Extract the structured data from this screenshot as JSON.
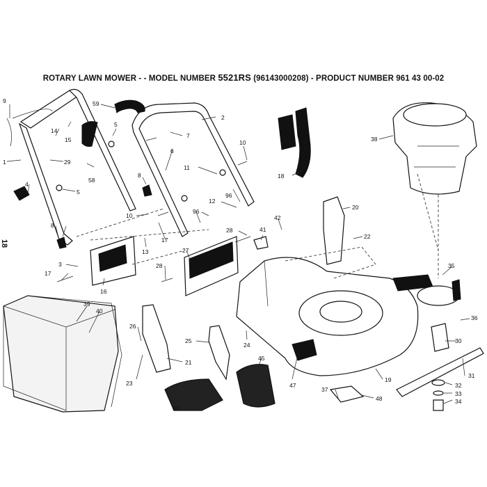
{
  "header": {
    "title_prefix": "ROTARY LAWN MOWER - - MODEL NUMBER",
    "model": "5521RS",
    "title_suffix": "(96143000208) - PRODUCT NUMBER 961 43 00-02"
  },
  "page_number": "18",
  "callouts": [
    {
      "id": "c9",
      "label": "9"
    },
    {
      "id": "c59",
      "label": "59"
    },
    {
      "id": "c2",
      "label": "2"
    },
    {
      "id": "c14",
      "label": "14"
    },
    {
      "id": "c15",
      "label": "15"
    },
    {
      "id": "c5a",
      "label": "5"
    },
    {
      "id": "c7",
      "label": "7"
    },
    {
      "id": "c10a",
      "label": "10"
    },
    {
      "id": "c38",
      "label": "38"
    },
    {
      "id": "c1",
      "label": "1"
    },
    {
      "id": "c29",
      "label": "29"
    },
    {
      "id": "c58",
      "label": "58"
    },
    {
      "id": "c6",
      "label": "6"
    },
    {
      "id": "c11",
      "label": "11"
    },
    {
      "id": "c18",
      "label": "18"
    },
    {
      "id": "c4",
      "label": "4"
    },
    {
      "id": "c5b",
      "label": "5"
    },
    {
      "id": "c8a",
      "label": "8"
    },
    {
      "id": "c96a",
      "label": "96"
    },
    {
      "id": "c12",
      "label": "12"
    },
    {
      "id": "c20",
      "label": "20"
    },
    {
      "id": "c10b",
      "label": "10"
    },
    {
      "id": "c96b",
      "label": "96"
    },
    {
      "id": "c42",
      "label": "42"
    },
    {
      "id": "c8b",
      "label": "8"
    },
    {
      "id": "c13",
      "label": "13"
    },
    {
      "id": "c17a",
      "label": "17"
    },
    {
      "id": "c28a",
      "label": "28"
    },
    {
      "id": "c41",
      "label": "41"
    },
    {
      "id": "c22",
      "label": "22"
    },
    {
      "id": "c27",
      "label": "27"
    },
    {
      "id": "c3",
      "label": "3"
    },
    {
      "id": "c17b",
      "label": "17"
    },
    {
      "id": "c16",
      "label": "16"
    },
    {
      "id": "c28b",
      "label": "28"
    },
    {
      "id": "c35",
      "label": "35"
    },
    {
      "id": "c39",
      "label": "39"
    },
    {
      "id": "c40",
      "label": "40"
    },
    {
      "id": "c26",
      "label": "26"
    },
    {
      "id": "c36",
      "label": "36"
    },
    {
      "id": "c25",
      "label": "25"
    },
    {
      "id": "c24",
      "label": "24"
    },
    {
      "id": "c30",
      "label": "30"
    },
    {
      "id": "c21",
      "label": "21"
    },
    {
      "id": "c45",
      "label": "45"
    },
    {
      "id": "c23",
      "label": "23"
    },
    {
      "id": "c19",
      "label": "19"
    },
    {
      "id": "c31",
      "label": "31"
    },
    {
      "id": "c47",
      "label": "47"
    },
    {
      "id": "c32",
      "label": "32"
    },
    {
      "id": "c37",
      "label": "37"
    },
    {
      "id": "c33",
      "label": "33"
    },
    {
      "id": "c48",
      "label": "48"
    },
    {
      "id": "c34",
      "label": "34"
    },
    {
      "id": "c46",
      "label": "46"
    }
  ]
}
